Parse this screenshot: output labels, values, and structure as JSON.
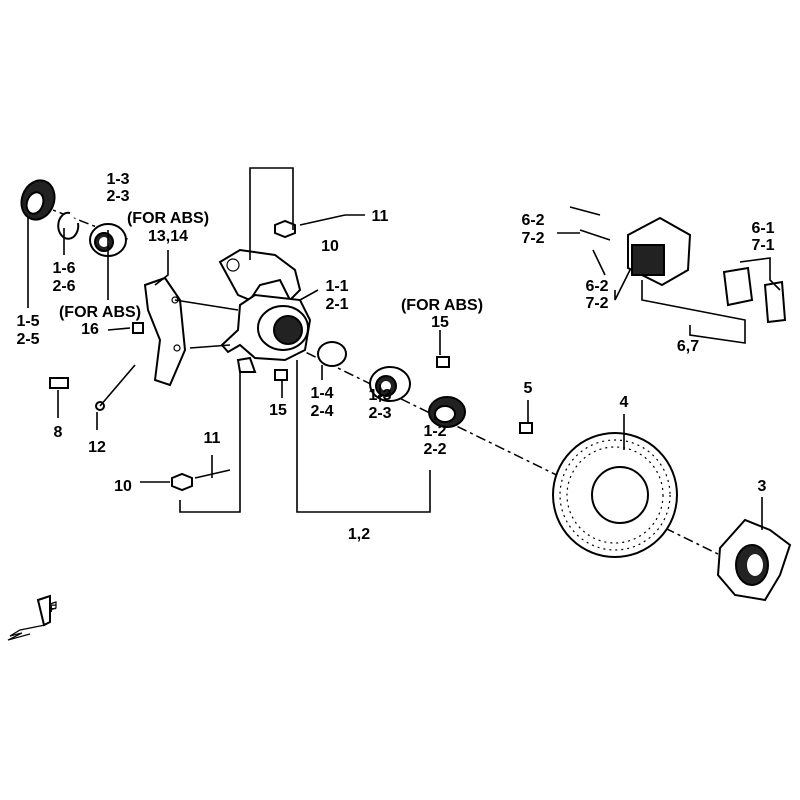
{
  "diagram": {
    "title": "Rear knuckle / hub / brake exploded parts diagram",
    "callouts": {
      "seal_left": [
        "1-5",
        "2-5"
      ],
      "circlip": [
        "1-6",
        "2-6"
      ],
      "bearing_left": [
        "1-3",
        "2-3"
      ],
      "abs_bracket_note": "(FOR ABS)",
      "abs_bracket": "13,14",
      "abs_bolt_note": "(FOR ABS)",
      "abs_bolt": "16",
      "bolt_8": "8",
      "washer_12": "12",
      "cotter_top": "11",
      "nut_top": "10",
      "knuckle": [
        "1-1",
        "2-1"
      ],
      "abs_sensor_bolt_note": "(FOR ABS)",
      "abs_sensor_bolt": "15",
      "bolt_15": "15",
      "spacer": [
        "1-4",
        "2-4"
      ],
      "bearing_right": [
        "1-3",
        "2-3"
      ],
      "seal_right": [
        "1-2",
        "2-2"
      ],
      "disc_bolt": "5",
      "disc": "4",
      "hub": "3",
      "cotter_bottom": "11",
      "nut_bottom": "10",
      "assembly": "1,2",
      "caliper_pin_a": [
        "6-2",
        "7-2"
      ],
      "caliper_pin_b": [
        "6-2",
        "7-2"
      ],
      "brake_pads": [
        "6-1",
        "7-1"
      ],
      "caliper": "6,7"
    },
    "front_marker": "F"
  }
}
